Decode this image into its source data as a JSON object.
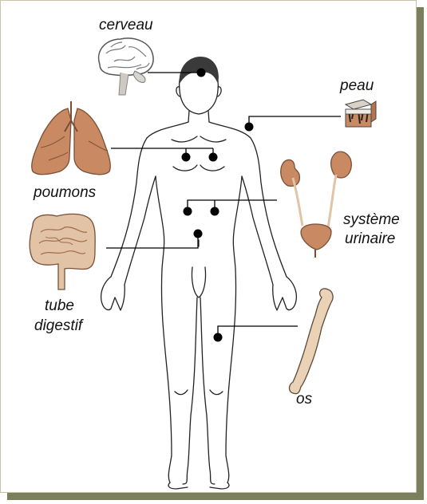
{
  "labels": {
    "brain": "cerveau",
    "skin": "peau",
    "lungs": "poumons",
    "urinary_line1": "système",
    "urinary_line2": "urinaire",
    "digestive_line1": "tube",
    "digestive_line2": "digestif",
    "bone": "os"
  },
  "colors": {
    "organ_fill": "#c98a63",
    "organ_light": "#e2c3a6",
    "bone_fill": "#ead2b6",
    "frame_shadow": "#7b7f5c",
    "line": "#000000"
  }
}
